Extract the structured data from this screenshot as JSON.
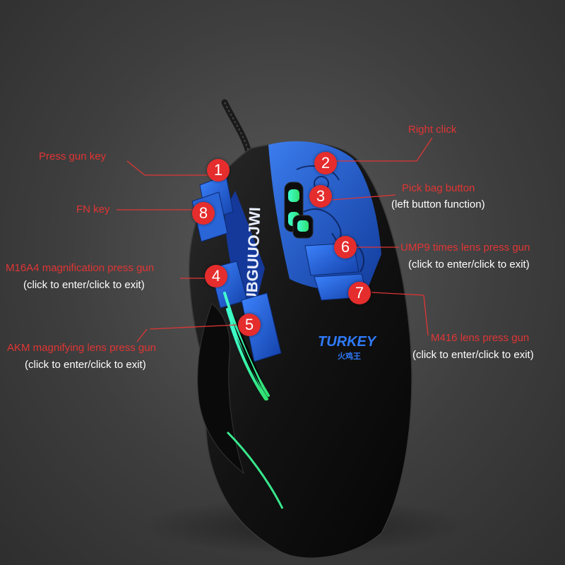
{
  "brand": {
    "side_text": "PUBGUUOJWI",
    "logo_text": "TURKEY",
    "logo_subtext": "火鸡王"
  },
  "callouts": [
    {
      "number": "1",
      "label": "Press gun key",
      "note": ""
    },
    {
      "number": "2",
      "label": "Right click",
      "note": ""
    },
    {
      "number": "3",
      "label": "Pick bag button",
      "note": "(left button function)"
    },
    {
      "number": "4",
      "label": "M16A4 magnification press gun",
      "note": "(click to enter/click to exit)"
    },
    {
      "number": "5",
      "label": "AKM magnifying lens press gun",
      "note": "(click to enter/click to exit)"
    },
    {
      "number": "6",
      "label": "UMP9 times lens press gun",
      "note": "(click to enter/click to exit)"
    },
    {
      "number": "7",
      "label": "M416 lens press gun",
      "note": "(click to enter/click to exit)"
    },
    {
      "number": "8",
      "label": "FN key",
      "note": ""
    }
  ],
  "colors": {
    "callout_red": "#e52d2d",
    "label_red": "#e03535",
    "accent_blue": "#1f5fd8",
    "glow_green": "#3dff9a",
    "mouse_body": "#141414"
  }
}
